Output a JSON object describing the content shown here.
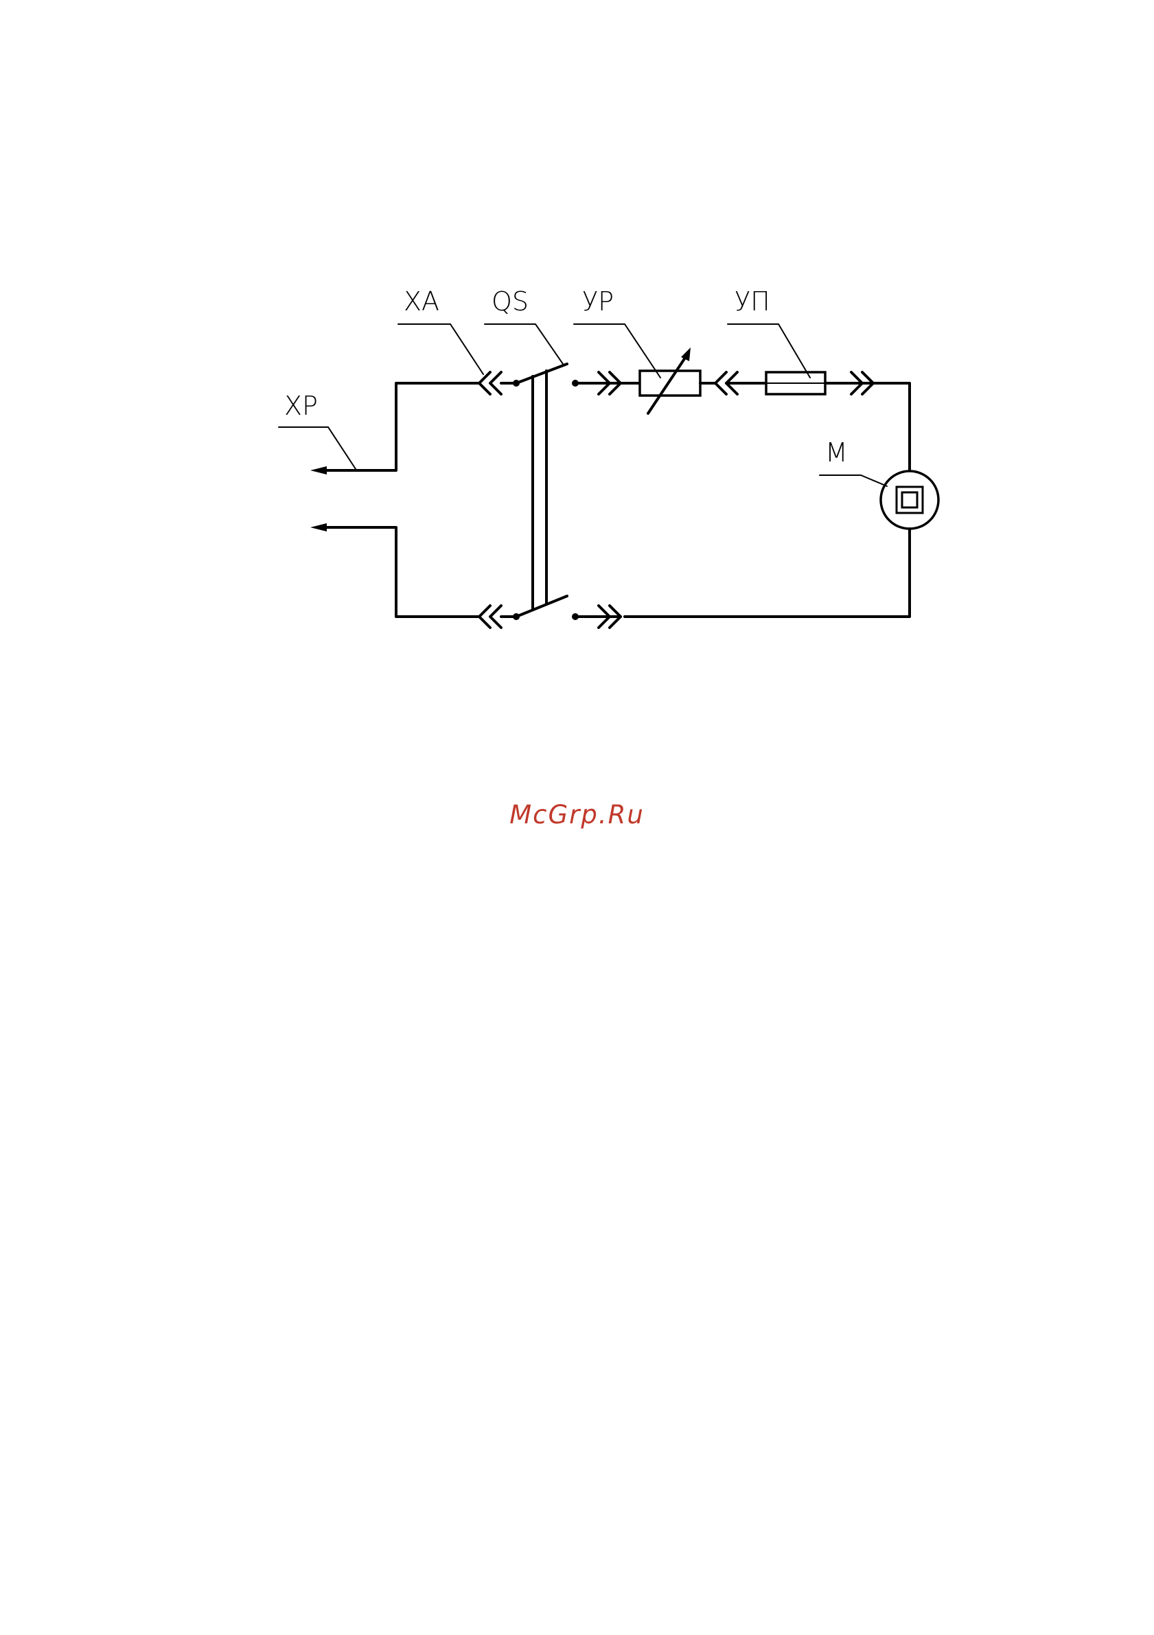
{
  "labels": {
    "xa": "XA",
    "qs": "QS",
    "yp": "УР",
    "yn": "УП",
    "xp": "XP",
    "m": "M"
  },
  "watermark": "McGrp.Ru",
  "colors": {
    "ink": "#000000",
    "watermark": "#c0392b",
    "background": "#ffffff"
  }
}
